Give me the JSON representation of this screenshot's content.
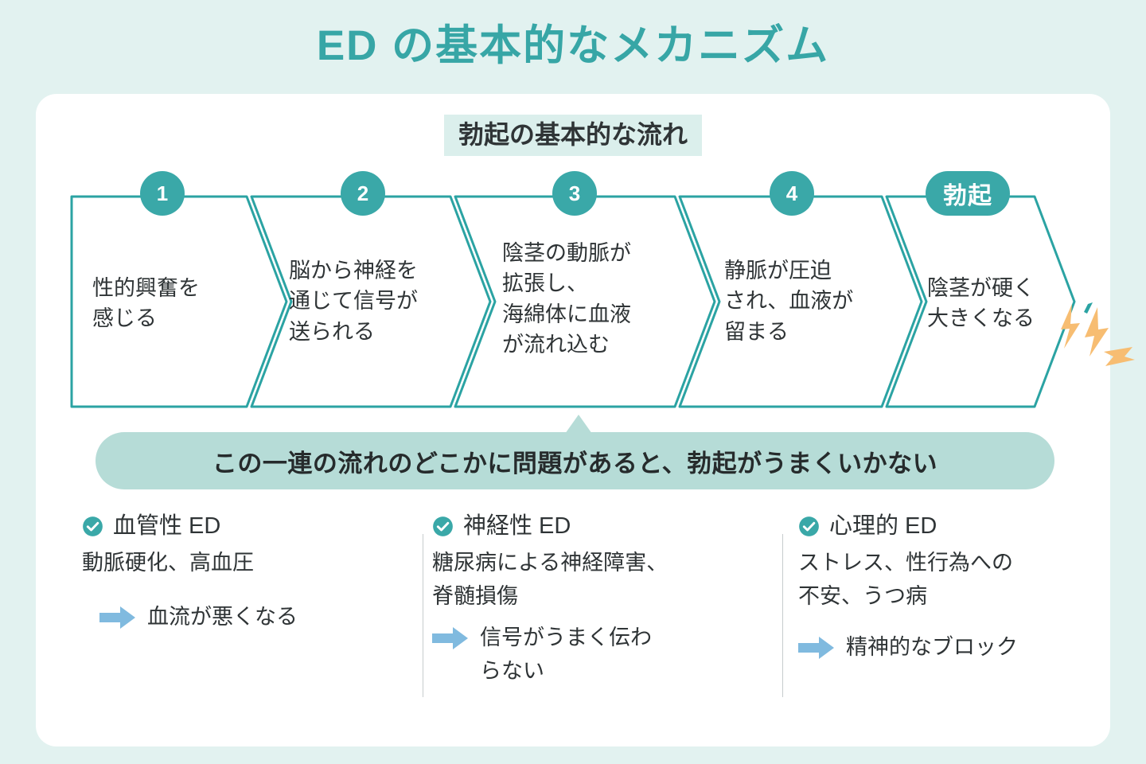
{
  "page": {
    "title": "ED の基本的なメカニズム",
    "background_color": "#e2f2f0",
    "accent_color": "#3aa8a8",
    "banner_color": "#b6dcd7",
    "arrow_color": "#80badf",
    "spark_color": "#f7bd72"
  },
  "flow_section": {
    "subtitle": "勃起の基本的な流れ",
    "steps": [
      {
        "number": "1",
        "text": "性的興奮を\n感じる"
      },
      {
        "number": "2",
        "text": "脳から神経を\n通じて信号が\n送られる"
      },
      {
        "number": "3",
        "text": "陰茎の動脈が\n拡張し、\n海綿体に血液\nが流れ込む"
      },
      {
        "number": "4",
        "text": "静脈が圧迫\nされ、血液が\n留まる"
      }
    ],
    "result": {
      "badge": "勃起",
      "text": "陰茎が硬く\n大きくなる"
    }
  },
  "callout": {
    "text": "この一連の流れのどこかに問題があると、勃起がうまくいかない"
  },
  "causes": [
    {
      "title": "血管性 ED",
      "description": "動脈硬化、高血圧",
      "effect": "血流が悪くなる"
    },
    {
      "title": "神経性 ED",
      "description": "糖尿病による神経障害、\n脊髄損傷",
      "effect": "信号がうまく伝わ\nらない"
    },
    {
      "title": "心理的 ED",
      "description": "ストレス、性行為への\n不安、うつ病",
      "effect": "精神的なブロック"
    }
  ]
}
